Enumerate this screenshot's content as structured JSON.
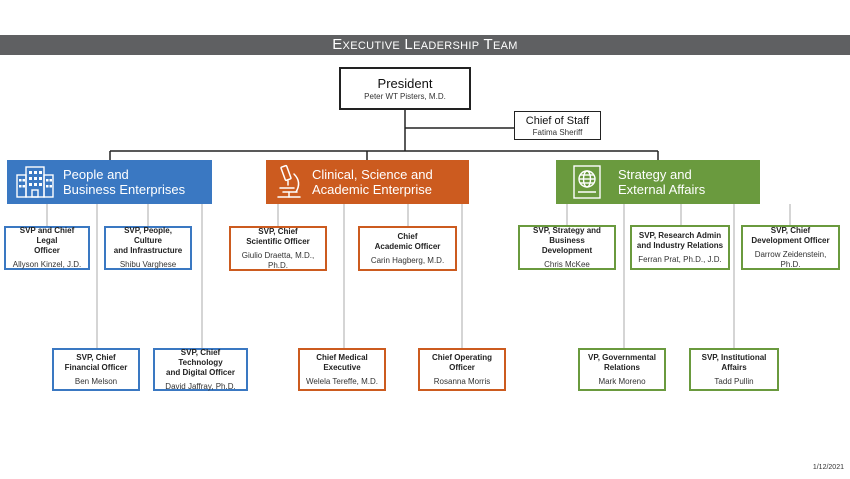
{
  "banner_title": "Executive Leadership Team",
  "president": {
    "title": "President",
    "name": "Peter WT Pisters, M.D."
  },
  "chief_of_staff": {
    "title": "Chief of Staff",
    "name": "Fatima Sheriff"
  },
  "divisions": [
    {
      "label_line1": "People and",
      "label_line2": "Business Enterprises",
      "color": "#3a78c2",
      "icon": "building-icon"
    },
    {
      "label_line1": "Clinical, Science and",
      "label_line2": "Academic Enterprise",
      "color": "#cc5b1f",
      "icon": "microscope-icon"
    },
    {
      "label_line1": "Strategy and",
      "label_line2": "External Affairs",
      "color": "#6a9a3e",
      "icon": "globe-document-icon"
    }
  ],
  "positions": {
    "legal": {
      "title1": "SVP and Chief Legal",
      "title2": "Officer",
      "name": "Allyson Kinzel, J.D."
    },
    "people": {
      "title1": "SVP, People, Culture",
      "title2": "and Infrastructure",
      "name": "Shibu Varghese"
    },
    "cfo": {
      "title1": "SVP, Chief",
      "title2": "Financial Officer",
      "name": "Ben Melson"
    },
    "cto": {
      "title1": "SVP, Chief Technology",
      "title2": "and Digital Officer",
      "name": "David Jaffray, Ph.D."
    },
    "cso": {
      "title1": "SVP, Chief",
      "title2": "Scientific Officer",
      "name": "Giulio Draetta, M.D., Ph.D."
    },
    "cao": {
      "title1": "Chief",
      "title2": "Academic Officer",
      "name": "Carin Hagberg, M.D."
    },
    "cme": {
      "title1": "Chief Medical",
      "title2": "Executive",
      "name": "Welela Tereffe, M.D."
    },
    "coo": {
      "title1": "Chief Operating",
      "title2": "Officer",
      "name": "Rosanna Morris"
    },
    "strategy": {
      "title1": "SVP, Strategy and",
      "title2": "Business Development",
      "name": "Chris McKee"
    },
    "research": {
      "title1": "SVP, Research Admin",
      "title2": "and Industry Relations",
      "name": "Ferran Prat, Ph.D., J.D."
    },
    "cdo": {
      "title1": "SVP, Chief",
      "title2": "Development Officer",
      "name": "Darrow Zeidenstein, Ph.D."
    },
    "gov": {
      "title1": "VP, Governmental",
      "title2": "Relations",
      "name": "Mark Moreno"
    },
    "inst": {
      "title1": "SVP, Institutional",
      "title2": "Affairs",
      "name": "Tadd Pullin"
    }
  },
  "date": "1/12/2021"
}
